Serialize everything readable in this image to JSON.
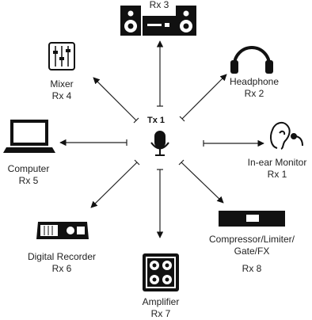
{
  "transmitter": {
    "label": "Tx 1",
    "icon": "microphone-icon"
  },
  "receivers": [
    {
      "id": "rx3",
      "name": "",
      "rx": "Rx 3",
      "icon": "studio-monitor-speakers-icon"
    },
    {
      "id": "rx2",
      "name": "Headphone",
      "rx": "Rx 2",
      "icon": "headphone-icon"
    },
    {
      "id": "rx1",
      "name": "In-ear Monitor",
      "rx": "Rx 1",
      "icon": "in-ear-monitor-icon"
    },
    {
      "id": "rx8",
      "name_lines": [
        "Compressor/Limiter/",
        "Gate/FX"
      ],
      "rx": "Rx 8",
      "icon": "rack-processor-icon"
    },
    {
      "id": "rx7",
      "name": "Amplifier",
      "rx": "Rx 7",
      "icon": "amplifier-cabinet-icon"
    },
    {
      "id": "rx6",
      "name": "Digital Recorder",
      "rx": "Rx 6",
      "icon": "digital-recorder-icon"
    },
    {
      "id": "rx5",
      "name": "Computer",
      "rx": "Rx 5",
      "icon": "laptop-icon"
    },
    {
      "id": "rx4",
      "name": "Mixer",
      "rx": "Rx 4",
      "icon": "mixer-icon"
    }
  ],
  "colors": {
    "line": "#222222",
    "icon": "#111111",
    "text": "#222222"
  }
}
